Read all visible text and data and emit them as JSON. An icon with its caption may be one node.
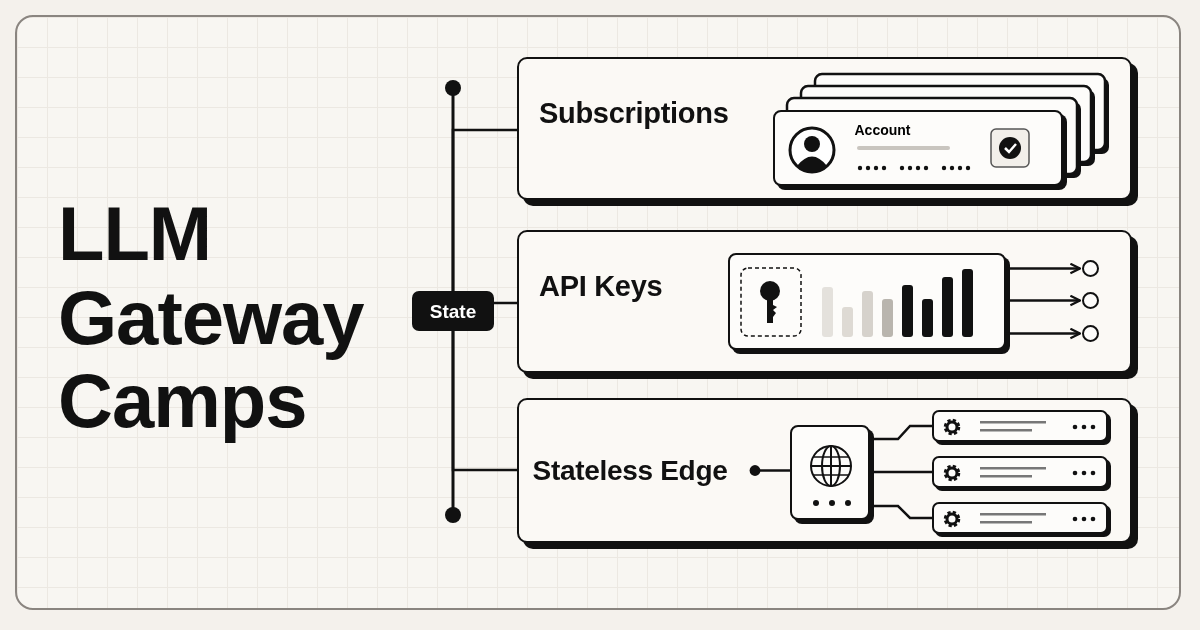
{
  "diagram": {
    "title": "LLM Gateway Camps",
    "nodes": [
      {
        "text": [
          "State"
        ]
      },
      {
        "text": [
          "Subscriptions"
        ]
      },
      {
        "text": [
          "Account"
        ],
        "in": 1
      },
      {
        "text": [
          "API Keys"
        ]
      },
      {
        "text": [],
        "shape": "box",
        "in": 3
      },
      {
        "text": [],
        "shape": "circle",
        "in": 3
      },
      {
        "text": [],
        "shape": "circle",
        "in": 3
      },
      {
        "text": [],
        "shape": "circle",
        "in": 3
      },
      {
        "text": [],
        "shape": "box"
      },
      {
        "text": [
          "Stateless Edge"
        ],
        "in": 8
      },
      {
        "text": [],
        "shape": "box",
        "in": 8
      },
      {
        "text": [],
        "shape": "box",
        "in": 8
      },
      {
        "text": [],
        "shape": "box",
        "in": 8
      },
      {
        "text": [],
        "shape": "box",
        "in": 8
      }
    ],
    "edges": [
      {
        "from": 0,
        "to": 1,
        "arrow": "none"
      },
      {
        "from": 0,
        "to": 3,
        "arrow": "none"
      },
      {
        "from": 0,
        "to": 8,
        "arrow": "none"
      },
      {
        "from": 4,
        "to": 5,
        "arrow": "to"
      },
      {
        "from": 4,
        "to": 6,
        "arrow": "to"
      },
      {
        "from": 4,
        "to": 7,
        "arrow": "to"
      },
      {
        "from": 9,
        "to": 10,
        "arrow": "other"
      },
      {
        "from": 10,
        "to": 11,
        "arrow": "none"
      },
      {
        "from": 10,
        "to": 12,
        "arrow": "none"
      },
      {
        "from": 10,
        "to": 13,
        "arrow": "none"
      }
    ]
  }
}
